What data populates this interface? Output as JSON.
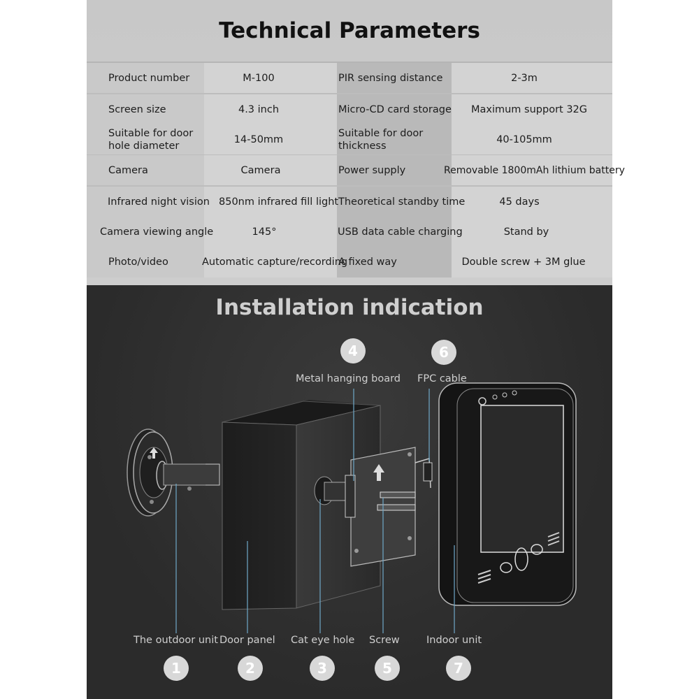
{
  "tech_title": "Technical Parameters",
  "rows": [
    {
      "l1": "Product number",
      "v1": "M-100",
      "l2": "PIR sensing distance",
      "v2": "2-3m"
    },
    {
      "l1": "Screen size",
      "v1": "4.3 inch",
      "l2": "Micro-CD card storage",
      "v2": "Maximum support 32G"
    },
    {
      "l1a": "Suitable for door",
      "l1b": "hole diameter",
      "v1": "14-50mm",
      "l2a": "Suitable for door",
      "l2b": "thickness",
      "v2": "40-105mm"
    },
    {
      "l1": "Camera",
      "v1": "Camera",
      "l2": "Power supply",
      "v2": "Removable 1800mAh lithium battery"
    },
    {
      "l1": "Infrared night vision",
      "v1": "850nm infrared fill light",
      "l2": "Theoretical standby time",
      "v2": "45 days"
    },
    {
      "l1": "Camera viewing angle",
      "v1": "145°",
      "l2": "USB data cable charging",
      "v2": "Stand by"
    },
    {
      "l1": "Photo/video",
      "v1": "Automatic capture/recording",
      "l2": "A fixed way",
      "v2": "Double screw + 3M glue"
    }
  ],
  "install_title": "Installation indication",
  "top_labels": {
    "n4": "4",
    "metal_board": "Metal hanging board",
    "n6": "6",
    "fpc_cable": "FPC cable"
  },
  "bottom_labels": [
    {
      "text": "The outdoor unit",
      "num": "1"
    },
    {
      "text": "Door panel",
      "num": "2"
    },
    {
      "text": "Cat eye hole",
      "num": "3"
    },
    {
      "text": "Screw",
      "num": "5"
    },
    {
      "text": "Indoor unit",
      "num": "7"
    }
  ]
}
